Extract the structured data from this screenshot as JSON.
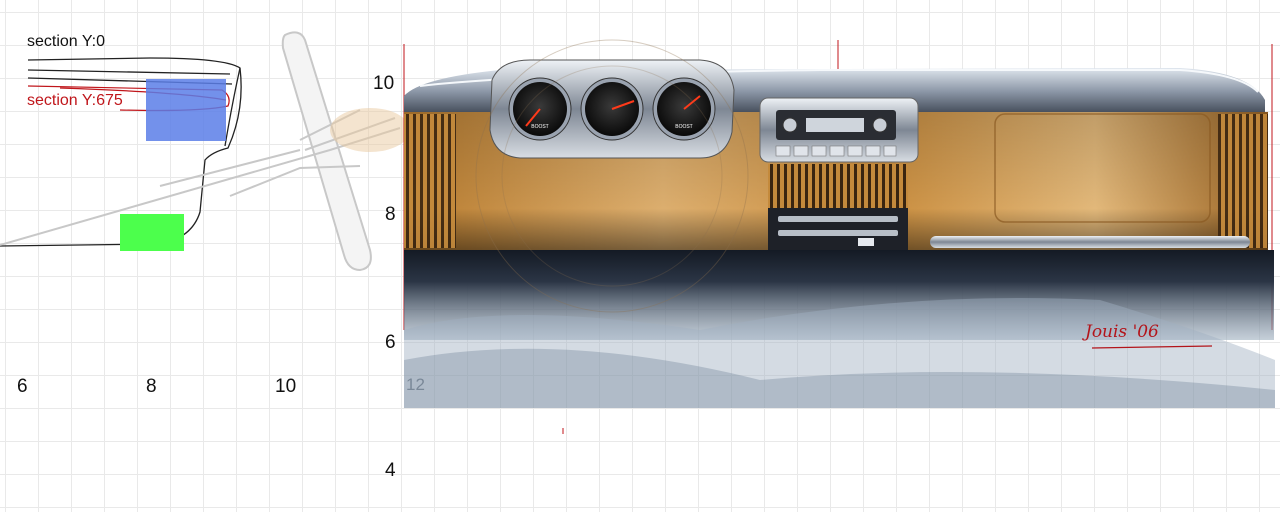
{
  "labels": {
    "section_a": "section Y:0",
    "section_b": "section Y:675"
  },
  "axis": {
    "x_ticks": [
      "6",
      "8",
      "10"
    ],
    "y_ticks": [
      "10",
      "8",
      "6",
      "4"
    ],
    "inner_tick": "12"
  },
  "signature": "Jouis '06",
  "gauges": [
    {
      "name": "boost-gauge-left",
      "text": "BOOST"
    },
    {
      "name": "tachometer",
      "text": ""
    },
    {
      "name": "boost-gauge-right",
      "text": "BOOST"
    }
  ],
  "colors": {
    "section_red": "#c0161b",
    "blue_block": "#5b7ee8",
    "green_block": "#4cff4c",
    "wood": "#c98d3e",
    "metal": "#9aa3b0"
  }
}
